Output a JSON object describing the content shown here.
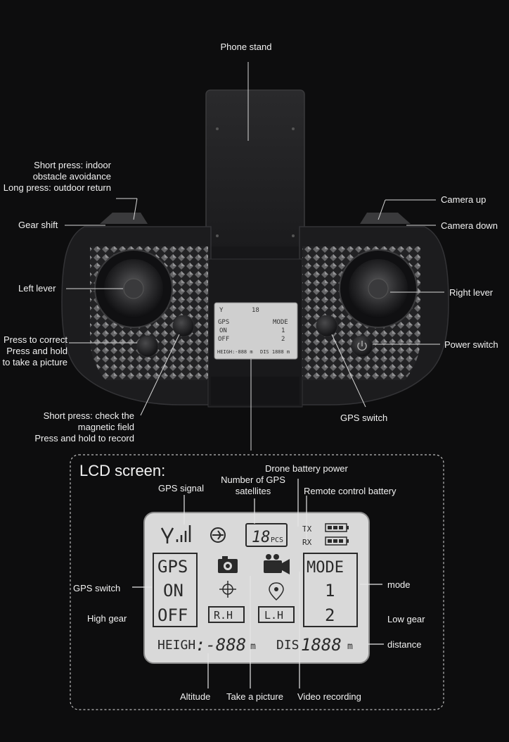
{
  "controller_labels": {
    "phone_stand": "Phone stand",
    "short_press_indoor": [
      "Short press: indoor",
      "obstacle avoidance",
      "Long press: outdoor return"
    ],
    "gear_shift": "Gear shift",
    "left_lever": "Left lever",
    "press_to_correct": [
      "Press to correct",
      "Press and hold",
      "to take a picture"
    ],
    "magnetic_field": [
      "Short press: check the",
      "magnetic field",
      "Press and hold to record"
    ],
    "camera_up": "Camera up",
    "camera_down": "Camera down",
    "right_lever": "Right lever",
    "power_switch": "Power switch",
    "gps_switch": "GPS switch"
  },
  "lcd_section": {
    "title": "LCD screen:",
    "gps_signal": "GPS signal",
    "num_gps_satellites": [
      "Number of GPS",
      "satellites"
    ],
    "drone_battery_power": "Drone battery power",
    "remote_control_battery": "Remote control battery",
    "gps_switch": "GPS switch",
    "high_gear": "High gear",
    "mode": "mode",
    "low_gear": "Low gear",
    "distance": "distance",
    "altitude": "Altitude",
    "take_a_picture": "Take a picture",
    "video_recording": "Video recording"
  },
  "lcd_display": {
    "sat_count": "18",
    "sat_unit": "PCS",
    "tx": "TX",
    "rx": "RX",
    "gps": "GPS",
    "on": "ON",
    "off": "OFF",
    "rh": "R.H",
    "lh": "L.H",
    "mode": "MODE",
    "mode1": "1",
    "mode2": "2",
    "height_label": "HEIGH",
    "height_value": ":-888",
    "height_unit": "m",
    "dis_label": "DIS",
    "dis_value": "1888",
    "dis_unit": "m"
  },
  "small_lcd": {
    "sat": "18",
    "gps": "GPS",
    "on": "ON",
    "off": "OFF",
    "mode": "MODE",
    "m1": "1",
    "m2": "2",
    "heigh": "HEIGH:-888 m",
    "dis": "DIS 1888 m"
  },
  "colors": {
    "background": "#0d0d0e",
    "lcd_background": "#d9d9d9",
    "lcd_segments": "#2a2a2a",
    "controller_body": "#1c1c1e"
  }
}
